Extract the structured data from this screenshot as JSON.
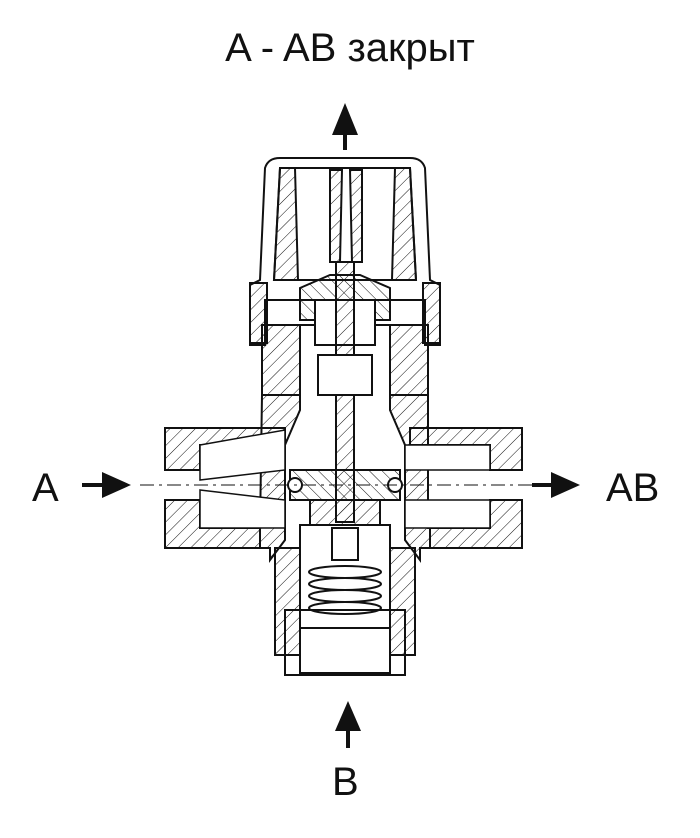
{
  "diagram": {
    "title": "A - AB закрыт",
    "ports": {
      "a": "A",
      "ab": "AB",
      "b": "B"
    },
    "stroke_color": "#111111",
    "background_color": "#ffffff"
  }
}
